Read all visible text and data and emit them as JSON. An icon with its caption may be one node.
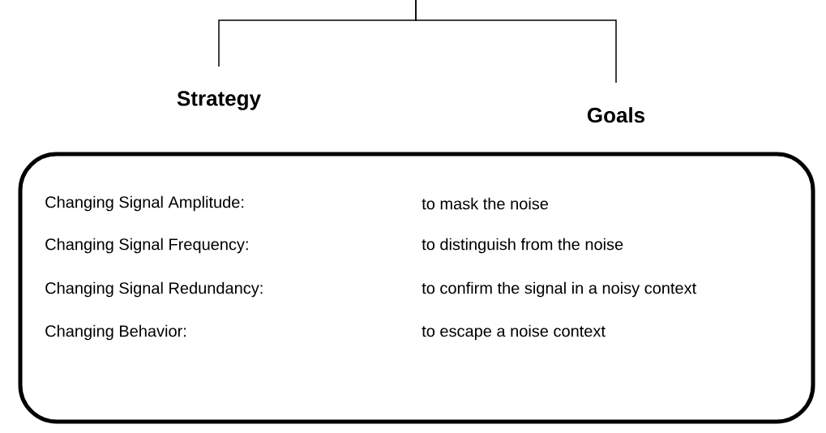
{
  "diagram": {
    "nodes": [
      {
        "text": [
          "Strategy"
        ]
      },
      {
        "text": [
          "Goals"
        ]
      },
      {
        "text": [
          "Changing Signal Amplitude:",
          "to mask the noise",
          "Changing Signal Frequency:",
          "to distinguish from the noise",
          "Changing Signal Redundancy:",
          "to confirm the signal in a noisy context",
          "Changing Behavior:",
          "to escape a noise context"
        ]
      }
    ],
    "edges": [
      {
        "from": null,
        "to": 0,
        "arrow": "none"
      },
      {
        "from": null,
        "to": 1,
        "arrow": "none"
      }
    ]
  }
}
